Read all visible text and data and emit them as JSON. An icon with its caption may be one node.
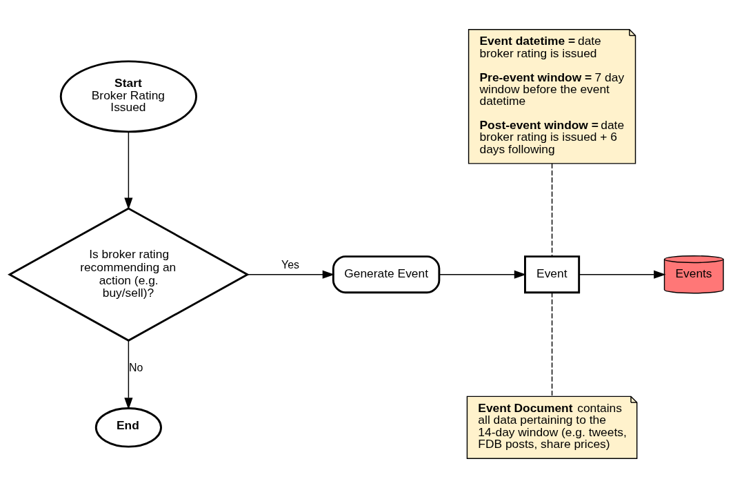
{
  "diagram": {
    "nodes": [
      {
        "text": [
          "**Start**",
          "Broker Rating Issued"
        ]
      },
      {
        "text": [
          "Is broker rating recommending an action (e.g. buy/sell)?"
        ]
      },
      {
        "text": [
          "Generate Event"
        ]
      },
      {
        "text": [
          "Event"
        ]
      },
      {
        "text": [
          "Events"
        ]
      },
      {
        "text": [
          "**End**"
        ]
      },
      {
        "text": [
          "**Event datetime =** date broker rating is issued",
          "**Pre-event window =** 7 day window before the event datetime",
          "**Post-event window =** date broker rating is issued + 6 days following"
        ]
      },
      {
        "text": [
          "**Event Document** contains all data pertaining to the 14-day window (e.g. tweets, FDB posts, share prices)"
        ]
      }
    ],
    "edges": [
      {
        "from": 0,
        "to": 1,
        "arrow": "to"
      },
      {
        "from": 1,
        "to": 2,
        "arrow": "to",
        "label": "Yes"
      },
      {
        "from": 1,
        "to": 5,
        "arrow": "to",
        "label": "No"
      },
      {
        "from": 2,
        "to": 3,
        "arrow": "to"
      },
      {
        "from": 3,
        "to": 4,
        "arrow": "to"
      },
      {
        "from": 6,
        "to": 3,
        "arrow": "none",
        "style": "dashed"
      },
      {
        "from": 3,
        "to": 7,
        "arrow": "none",
        "style": "dashed"
      }
    ]
  }
}
